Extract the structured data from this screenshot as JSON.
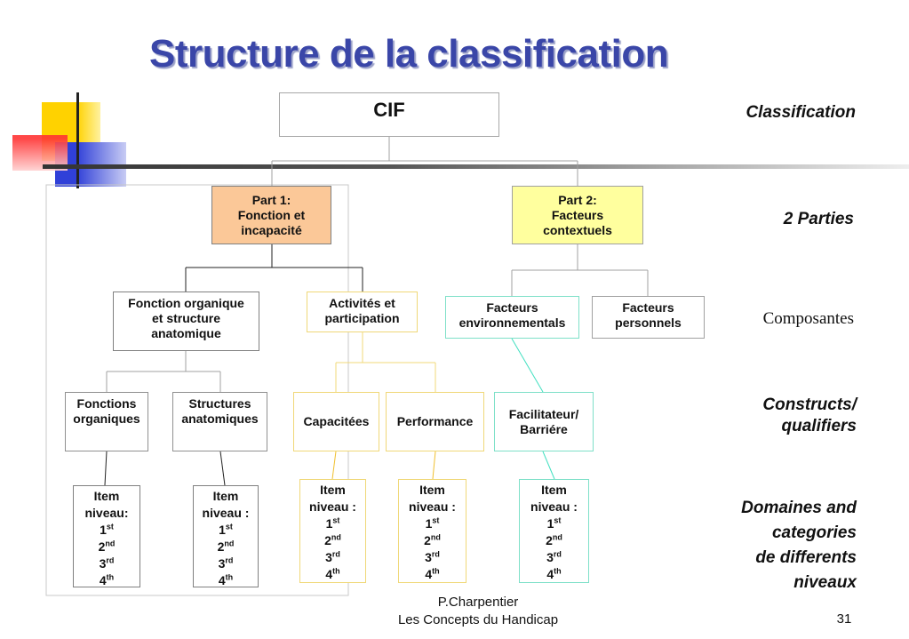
{
  "title": "Structure de la classification",
  "root": {
    "label": "CIF"
  },
  "parts": [
    {
      "lines": [
        "Part 1:",
        "Fonction et",
        "incapacité"
      ]
    },
    {
      "lines": [
        "Part 2:",
        "Facteurs",
        "contextuels"
      ]
    }
  ],
  "components": [
    {
      "lines": [
        "Fonction organique",
        "et structure",
        "anatomique"
      ]
    },
    {
      "lines": [
        "Activités et",
        "participation"
      ]
    },
    {
      "lines": [
        "Facteurs",
        "environnementals"
      ]
    },
    {
      "lines": [
        "Facteurs",
        "personnels"
      ]
    }
  ],
  "constructs": [
    {
      "lines": [
        "Fonctions",
        "organiques"
      ]
    },
    {
      "lines": [
        "Structures",
        "anatomiques"
      ]
    },
    {
      "lines": [
        "Capacitées"
      ]
    },
    {
      "lines": [
        "Performance"
      ]
    },
    {
      "lines": [
        "Facilitateur/",
        "Barriére"
      ]
    }
  ],
  "items": [
    {
      "header1": "Item",
      "header2": "niveau:"
    },
    {
      "header1": "Item",
      "header2": "niveau :"
    },
    {
      "header1": "Item",
      "header2": "niveau :"
    },
    {
      "header1": "Item",
      "header2": "niveau :"
    },
    {
      "header1": "Item",
      "header2": "niveau :"
    }
  ],
  "levels": [
    {
      "num": "1",
      "sup": "st"
    },
    {
      "num": "2",
      "sup": "nd"
    },
    {
      "num": "3",
      "sup": "rd"
    },
    {
      "num": "4",
      "sup": "th"
    }
  ],
  "right_labels": {
    "classification": "Classification",
    "parties": "2 Parties",
    "composantes": "Composantes",
    "constructs_line1": "Constructs/",
    "constructs_line2": "qualifiers",
    "domaines_line1": "Domaines and",
    "domaines_line2": "categories",
    "domaines_line3": "de differents",
    "domaines_line4": "niveaux"
  },
  "footer": {
    "author": "P.Charpentier",
    "subtitle": "Les Concepts du Handicap",
    "page": "31"
  },
  "colors": {
    "title": "#3a46a8",
    "part1_fill": "#fbc898",
    "part2_fill": "#ffff9e",
    "activities_border": "#f0d878",
    "env_border": "#7ee0c8",
    "yellow_line": "#f0c030",
    "cyan_line": "#40e0c0",
    "deco_yellow": "#ffd200",
    "deco_red": "#ff3333",
    "deco_blue": "#3040d8"
  }
}
